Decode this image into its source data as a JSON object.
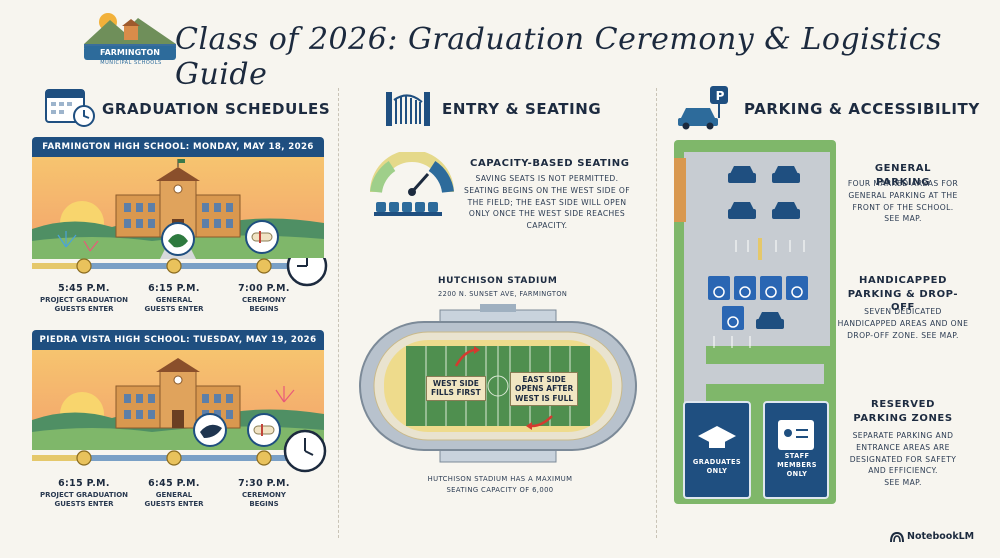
{
  "header": {
    "title": "Class of 2026: Graduation Ceremony & Logistics Guide",
    "logo_name": "FARMINGTON",
    "logo_sub": "MUNICIPAL SCHOOLS"
  },
  "schedules": {
    "title": "GRADUATION SCHEDULES",
    "schools": [
      {
        "name": "FARMINGTON HIGH SCHOOL: MONDAY, MAY 18, 2026",
        "events": [
          {
            "time": "5:45 P.M.",
            "line1": "PROJECT GRADUATION",
            "line2": "GUESTS ENTER"
          },
          {
            "time": "6:15 P.M.",
            "line1": "GENERAL",
            "line2": "GUESTS ENTER"
          },
          {
            "time": "7:00 P.M.",
            "line1": "CEREMONY",
            "line2": "BEGINS"
          }
        ]
      },
      {
        "name": "PIEDRA VISTA HIGH SCHOOL: TUESDAY, MAY 19, 2026",
        "events": [
          {
            "time": "6:15 P.M.",
            "line1": "PROJECT GRADUATION",
            "line2": "GUESTS ENTER"
          },
          {
            "time": "6:45 P.M.",
            "line1": "GENERAL",
            "line2": "GUESTS ENTER"
          },
          {
            "time": "7:30 P.M.",
            "line1": "CEREMONY",
            "line2": "BEGINS"
          }
        ]
      }
    ]
  },
  "entry": {
    "title": "ENTRY & SEATING",
    "capacity_title": "CAPACITY-BASED SEATING",
    "capacity_lines": [
      "SAVING SEATS IS NOT PERMITTED.",
      "SEATING BEGINS ON THE WEST SIDE OF",
      "THE FIELD; THE EAST SIDE WILL OPEN",
      "ONLY ONCE THE WEST SIDE REACHES",
      "CAPACITY."
    ],
    "stadium_name": "HUTCHISON STADIUM",
    "stadium_address": "2200 N. SUNSET AVE, FARMINGTON",
    "west_label": [
      "WEST SIDE",
      "FILLS FIRST"
    ],
    "east_label": [
      "EAST SIDE",
      "OPENS AFTER",
      "WEST IS FULL"
    ],
    "capacity_note": [
      "HUTCHISON STADIUM HAS A MAXIMUM",
      "SEATING CAPACITY OF 6,000"
    ]
  },
  "parking": {
    "title": "PARKING & ACCESSIBILITY",
    "sign_letter": "P",
    "general_title": "GENERAL PARKING",
    "general_lines": [
      "FOUR MARKED AREAS FOR",
      "GENERAL PARKING AT THE",
      "FRONT OF THE SCHOOL.",
      "SEE MAP."
    ],
    "handicapped_title": [
      "HANDICAPPED",
      "PARKING & DROP-OFF"
    ],
    "handicapped_lines": [
      "SEVEN DEDICATED",
      "HANDICAPPED AREAS AND ONE",
      "DROP-OFF ZONE. SEE MAP."
    ],
    "reserved_title": [
      "RESERVED",
      "PARKING ZONES"
    ],
    "reserved_lines": [
      "SEPARATE PARKING AND",
      "ENTRANCE AREAS ARE",
      "DESIGNATED FOR SAFETY",
      "AND EFFICIENCY.",
      "SEE MAP."
    ],
    "graduates_sign": [
      "GRADUATES",
      "ONLY"
    ],
    "staff_sign": [
      "STAFF",
      "MEMBERS",
      "ONLY"
    ]
  },
  "footer": {
    "brand": "NotebookLM"
  },
  "colors": {
    "navy": "#1f4f80",
    "grass": "#7fb76a",
    "pavement": "#c7ccd2",
    "handicap_blue": "#2a66b3"
  }
}
